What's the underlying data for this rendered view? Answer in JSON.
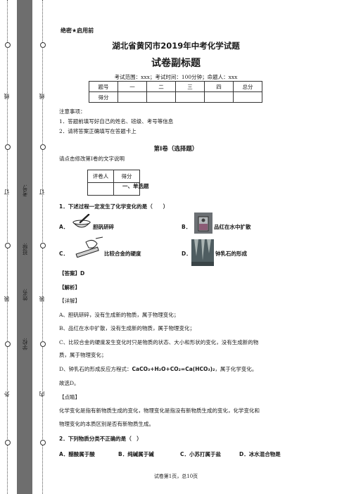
{
  "gutter": {
    "outer_texts": [
      "外",
      "装",
      "订",
      "线"
    ],
    "inner_texts": [
      "内",
      "装",
      "订",
      "线"
    ],
    "labels": [
      "学校:",
      "姓名:",
      "班级:",
      "考号:"
    ]
  },
  "header": {
    "secret": "绝密★启用前",
    "title": "湖北省黄冈市2019年中考化学试题",
    "subtitle": "试卷副标题",
    "info": "考试范围：xxx；考试时间：100分钟；命题人：xxx"
  },
  "score_table": {
    "row1": [
      "题号",
      "一",
      "二",
      "三",
      "四",
      "总分"
    ],
    "row2": [
      "得分",
      "",
      "",
      "",
      "",
      ""
    ]
  },
  "notes": {
    "heading": "注意事项：",
    "items": [
      "1．答题前填写好自己的姓名、班级、考号等信息",
      "2．请将答案正确填写在答题卡上"
    ]
  },
  "section1": {
    "heading": "第I卷（选择题）",
    "note": "请点击修改第I卷的文字说明",
    "reviewer_table": [
      "评卷人",
      "得分"
    ],
    "part_title": "一、单选题"
  },
  "q1": {
    "stem": "1．下述过程一定发生了化学变化的是（　　）",
    "options": [
      {
        "letter": "A．",
        "text": "胆矾研碎"
      },
      {
        "letter": "B．",
        "text": "品红在水中扩散"
      },
      {
        "letter": "C．",
        "text": "比较合金的硬度"
      },
      {
        "letter": "D．",
        "text": "钟乳石的形成"
      }
    ],
    "answer": "【答案】D",
    "analysis": "【解析】",
    "detail": "【详解】",
    "lines": [
      "A、胆矾研碎，没有生成新的物质，属于物理变化；",
      "B、品红在水中扩散，没有生成新的物质，属于物理变化；",
      "C、比较合金的硬度发生变化时只是物质的状态、大小和形状的变化，没有生成新的物",
      "质，属于物理变化；"
    ],
    "d_line_prefix": "D、钟乳石的形成反应方程式：",
    "d_line_formula": "CaCO₃+H₂O+CO₂=Ca(HCO₃)₂",
    "d_line_suffix": "，属于化学变化。",
    "conclusion": "故选D。",
    "tip_head": "【点睛】",
    "tip_lines": [
      "化学变化是指有新物质生成的变化，物理变化是指没有新物质生成的变化，化学变化和",
      "物理变化的本质区别是否有新物质生成。"
    ]
  },
  "q2": {
    "stem": "2．下列物质分类不正确的是（　）",
    "options": [
      {
        "letter": "A．",
        "text": "醋酸属于酸"
      },
      {
        "letter": "B．",
        "text": "纯碱属于碱"
      },
      {
        "letter": "C．",
        "text": "小苏打属于盐"
      },
      {
        "letter": "D．",
        "text": "冰水混合物是"
      }
    ]
  },
  "footer": "试卷第1页，总10页"
}
